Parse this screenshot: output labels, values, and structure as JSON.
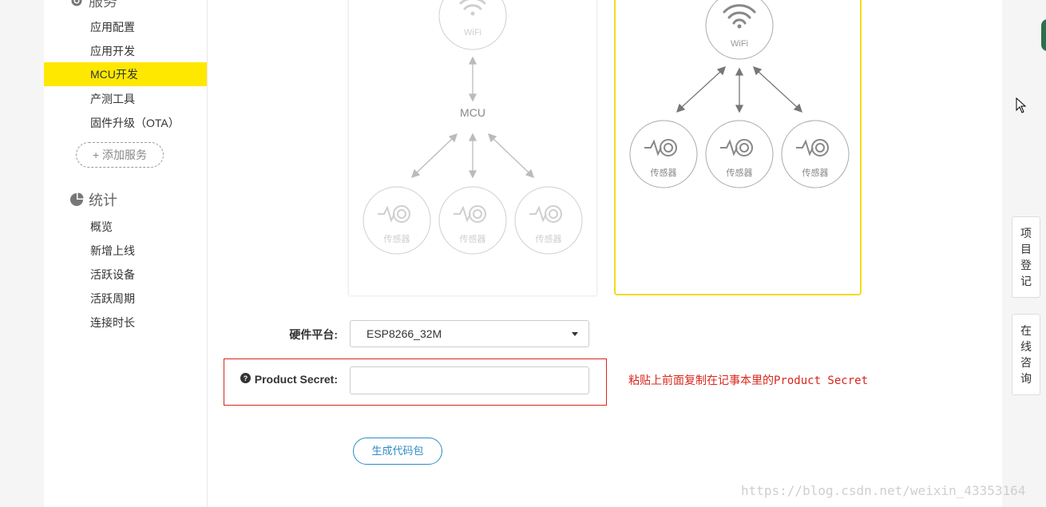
{
  "sidebar": {
    "services_heading": "服务",
    "service_items": [
      {
        "label": "应用配置",
        "active": false
      },
      {
        "label": "应用开发",
        "active": false
      },
      {
        "label": "MCU开发",
        "active": true
      },
      {
        "label": "产测工具",
        "active": false
      },
      {
        "label": "固件升级（OTA）",
        "active": false
      }
    ],
    "add_service_label": "+ 添加服务",
    "stats_heading": "统计",
    "stats_items": [
      {
        "label": "概览"
      },
      {
        "label": "新增上线"
      },
      {
        "label": "活跃设备"
      },
      {
        "label": "活跃周期"
      },
      {
        "label": "连接时长"
      }
    ]
  },
  "diagrams": {
    "left": {
      "wifi_label": "WiFi",
      "mcu_label": "MCU",
      "sensor_labels": [
        "传感器",
        "传感器",
        "传感器"
      ]
    },
    "right": {
      "wifi_label": "WiFi",
      "sensor_labels": [
        "传感器",
        "传感器",
        "传感器"
      ]
    }
  },
  "form": {
    "platform_label": "硬件平台:",
    "platform_value": "ESP8266_32M",
    "secret_label": "Product Secret:",
    "secret_value": "",
    "annotation": "粘贴上前面复制在记事本里的Product Secret",
    "generate_button": "生成代码包"
  },
  "floating": {
    "register_chars": [
      "项",
      "目",
      "登",
      "记"
    ],
    "consult_chars": [
      "在",
      "线",
      "咨",
      "询"
    ]
  },
  "watermark": "https://blog.csdn.net/weixin_43353164",
  "colors": {
    "active_nav": "#ffe800",
    "selected_card_border": "#f2dc1c",
    "annotation_red": "#d9261c",
    "button_blue": "#2e8bc8"
  }
}
